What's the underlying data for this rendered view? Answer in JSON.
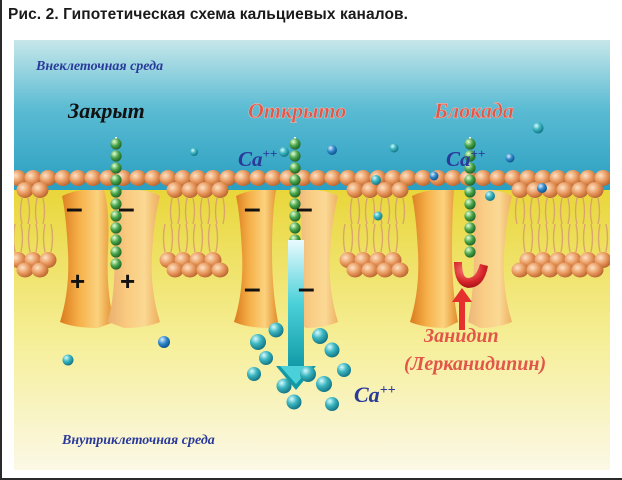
{
  "caption": "Рис. 2. Гипотетическая схема кальциевых каналов.",
  "labels": {
    "extracellular": "Внеклеточная среда",
    "intracellular": "Внутриклеточная среда",
    "state_closed": "Закрыт",
    "state_open": "Открыто",
    "state_blocked": "Блокада",
    "ion": "Ca",
    "ion_charge": "++",
    "drug": "Занидип",
    "drug_generic": "(Лерканидипин)",
    "minus": "–",
    "plus": "+"
  },
  "colors": {
    "extracellular_top": "#3aa9c9",
    "extracellular_bottom": "#bfe3e6",
    "intracellular_top": "#f1e14a",
    "intracellular_bottom": "#f7f4d8",
    "channel": "#f0a43a",
    "channel_light": "#fbe3b0",
    "lipid_head": "#e6905a",
    "ion_bead": "#3bb0b8",
    "gate_bead": "#43a24a",
    "blocker": "#d2242a",
    "label_blue": "#2a3a9a",
    "label_red": "#e2564a"
  }
}
